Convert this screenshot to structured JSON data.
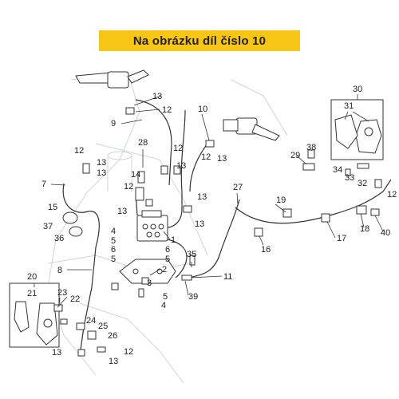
{
  "banner": {
    "text": "Na obrázku díl číslo 10",
    "color": "#f6c516"
  },
  "callouts": [
    "1",
    "2",
    "3",
    "4",
    "5",
    "6",
    "7",
    "8",
    "9",
    "10",
    "11",
    "12",
    "13",
    "14",
    "15",
    "16",
    "17",
    "18",
    "19",
    "20",
    "21",
    "22",
    "23",
    "24",
    "25",
    "26",
    "27",
    "28",
    "29",
    "30",
    "31",
    "32",
    "33",
    "34",
    "35",
    "36",
    "37",
    "38",
    "39",
    "40"
  ]
}
